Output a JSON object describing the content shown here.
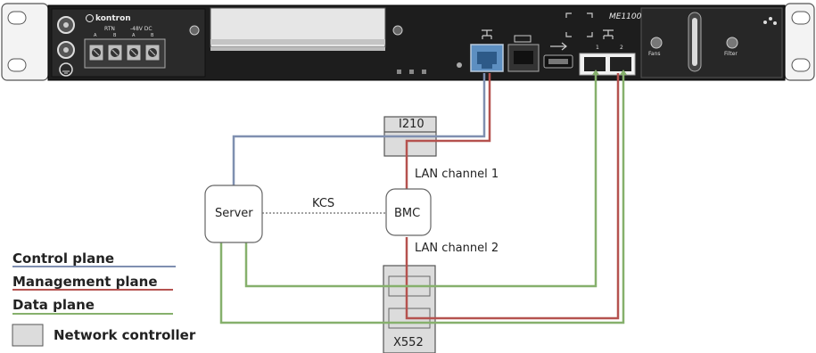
{
  "chassis": {
    "brand": "kontron",
    "model": "ME1100",
    "power_label_rtn": "RTN",
    "power_label_dc": "-48V DC",
    "terminal_labels": [
      "A",
      "B",
      "A",
      "B"
    ],
    "port_numbers": [
      "1",
      "2"
    ],
    "fans_label": "Fans",
    "filter_label": "Filter"
  },
  "diagram": {
    "i210_label": "I210",
    "lan1_label": "LAN channel 1",
    "server_label": "Server",
    "kcs_label": "KCS",
    "bmc_label": "BMC",
    "lan2_label": "LAN channel 2",
    "x552_label": "X552"
  },
  "legend": {
    "control_plane": "Control plane",
    "management_plane": "Management plane",
    "data_plane": "Data plane",
    "network_controller": "Network controller"
  },
  "colors": {
    "control_plane": "#7f8fb0",
    "management_plane": "#b5524f",
    "data_plane": "#86b06c",
    "controller_fill": "#dcdcdc"
  }
}
